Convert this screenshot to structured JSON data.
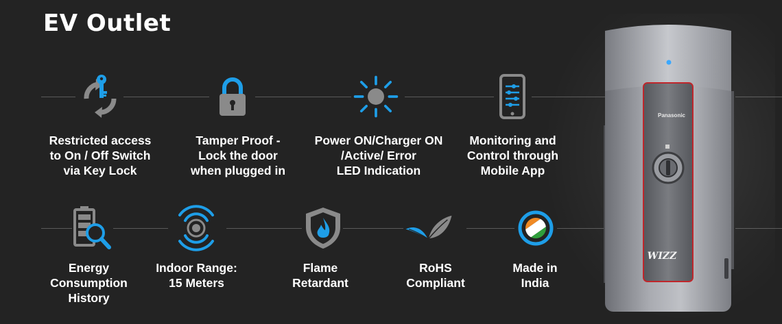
{
  "title": "EV Outlet",
  "features": [
    {
      "icon": "key-lock-icon",
      "label": "Restricted access\nto On / Off Switch\nvia Key Lock"
    },
    {
      "icon": "padlock-icon",
      "label": "Tamper Proof -\nLock the door\nwhen plugged in"
    },
    {
      "icon": "led-light-icon",
      "label": "Power ON/Charger ON\n/Active/ Error\nLED Indication"
    },
    {
      "icon": "mobile-app-icon",
      "label": "Monitoring and\nControl through\nMobile App"
    },
    {
      "icon": "energy-history-icon",
      "label": "Energy\nConsumption\nHistory"
    },
    {
      "icon": "wireless-range-icon",
      "label": "Indoor Range:\n15 Meters"
    },
    {
      "icon": "flame-shield-icon",
      "label": "Flame\nRetardant"
    },
    {
      "icon": "leaf-icon",
      "label": "RoHS\nCompliant"
    },
    {
      "icon": "india-flag-icon",
      "label": "Made in\nIndia"
    }
  ],
  "device": {
    "brand": "Panasonic",
    "logo": "WIZZ"
  },
  "colors": {
    "background": "#232323",
    "accent_blue": "#1e9ee8",
    "icon_gray": "#8a8a8a",
    "device_red": "#c0262b"
  }
}
